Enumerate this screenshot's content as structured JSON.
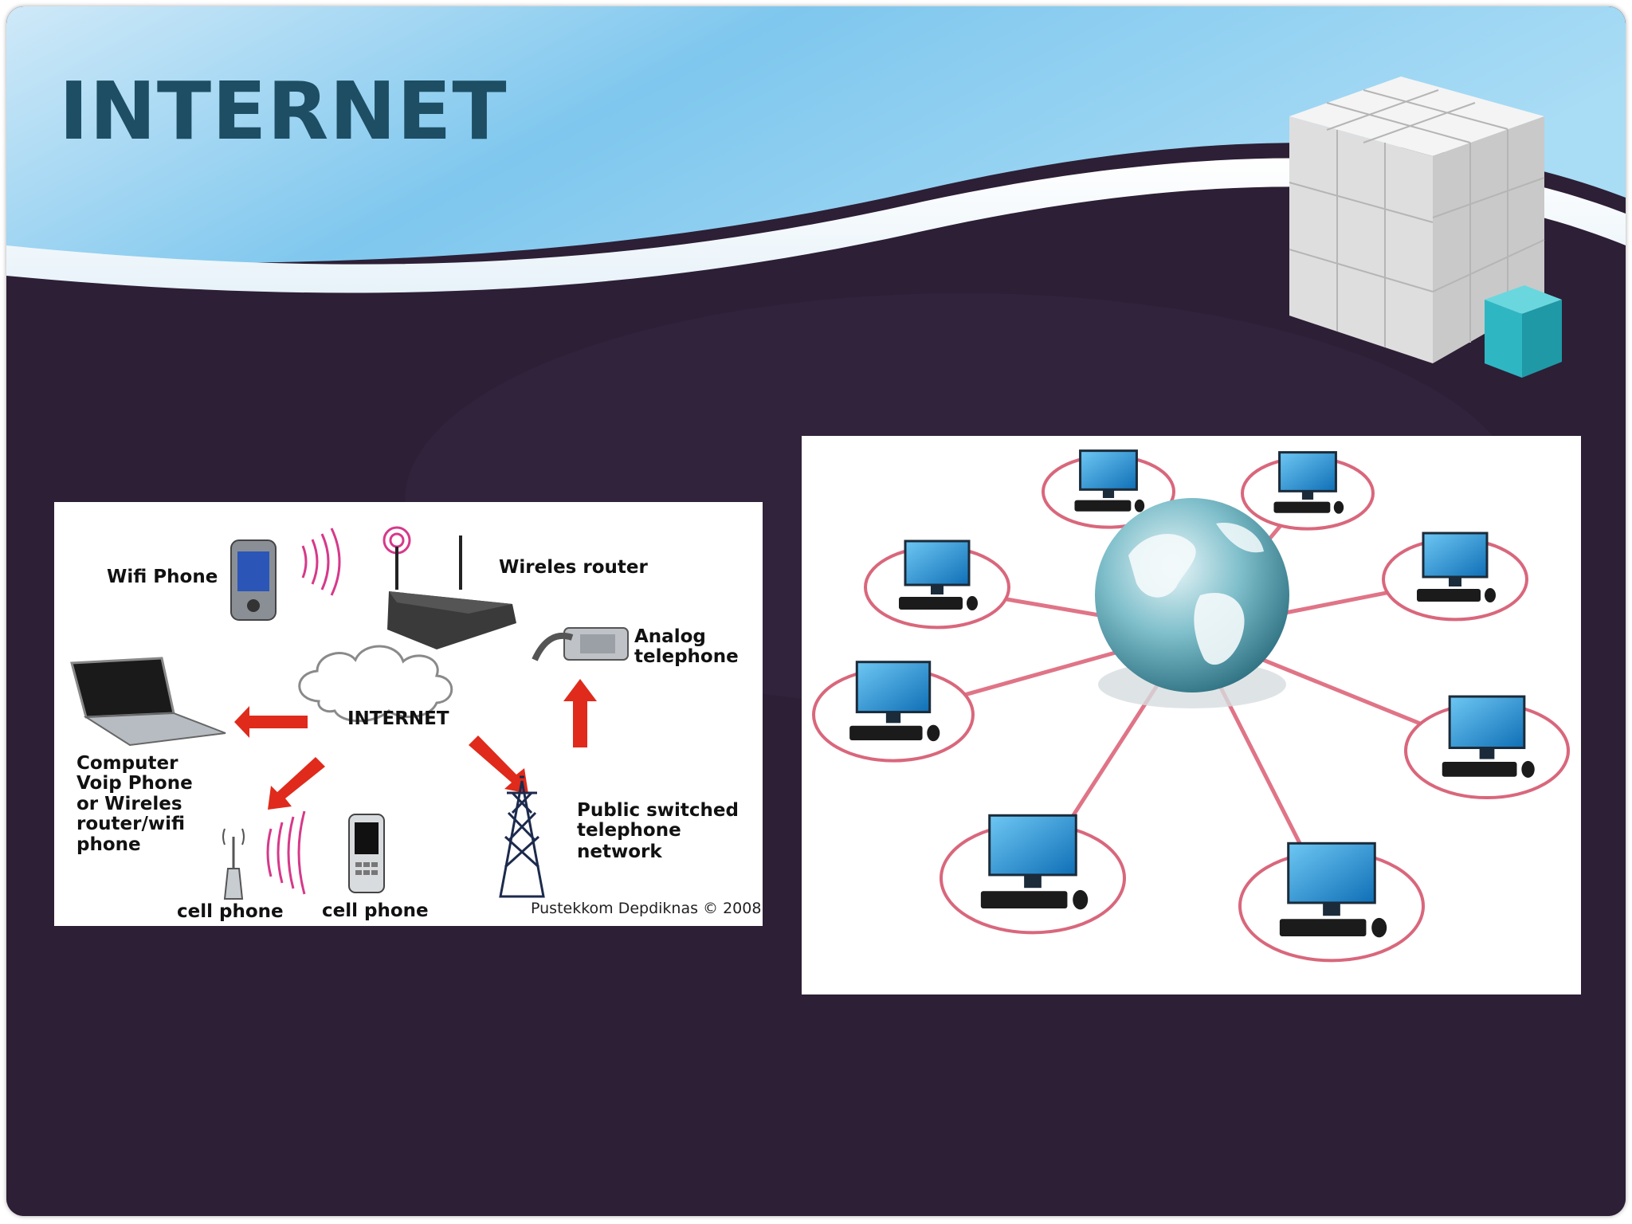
{
  "slide": {
    "title": "INTERNET",
    "colors": {
      "title": "#1d4e63",
      "background": "#2d1f36",
      "sky": "#7fc8ee",
      "accent_cube": "#2fb6c3"
    }
  },
  "left_diagram": {
    "center_label": "INTERNET",
    "labels": {
      "wifi_phone": "Wifi Phone",
      "wireless_router": "Wireles router",
      "analog_telephone": [
        "Analog",
        "telephone"
      ],
      "computer": [
        "Computer",
        "Voip Phone",
        "or Wireles",
        "router/wifi",
        "phone"
      ],
      "cell_phone_1": "cell phone",
      "cell_phone_2": "cell phone",
      "pstn": [
        "Public switched",
        "telephone",
        "network"
      ]
    },
    "credit": "Pustekkom Depdiknas © 2008"
  },
  "right_diagram": {
    "hub_icon": "globe-icon",
    "node_icon": "desktop-computer-icon",
    "node_count": 8
  }
}
